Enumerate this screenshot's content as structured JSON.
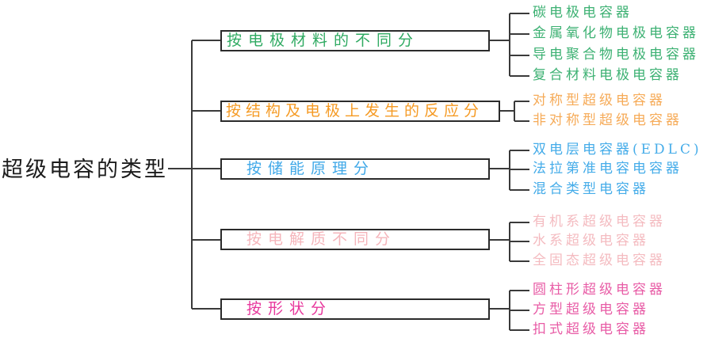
{
  "diagram": {
    "root_label": "超级电容的类型",
    "line_color": "#3a3a3a",
    "branches": [
      {
        "label": "按电极材料的不同分",
        "title_color": "#2faa62",
        "leaf_color": "#3db173",
        "leaves": [
          "碳电极电容器",
          "金属氧化物电极电容器",
          "导电聚合物电极电容器",
          "复合材料电极电容器"
        ]
      },
      {
        "label": "按结构及电极上发生的反应分",
        "title_color": "#f59a23",
        "leaf_color": "#f6ab58",
        "leaves": [
          "对称型超级电容器",
          "非对称型超级电容器"
        ]
      },
      {
        "label": "按储能原理分",
        "title_color": "#3fa8e8",
        "leaf_color": "#45ace9",
        "leaves": [
          "双电层电容器(EDLC)",
          "法拉第准电容电容器",
          "混合类型电容器"
        ]
      },
      {
        "label": "按电解质不同分",
        "title_color": "#f5b5bb",
        "leaf_color": "#f4bbc0",
        "leaves": [
          "有机系超级电容器",
          "水系超级电容器",
          "全固态超级电容器"
        ]
      },
      {
        "label": "按形状分",
        "title_color": "#e7379c",
        "leaf_color": "#e85ca6",
        "leaves": [
          "圆柱形超级电容器",
          "方型超级电容器",
          "扣式超级电容器"
        ]
      }
    ]
  }
}
